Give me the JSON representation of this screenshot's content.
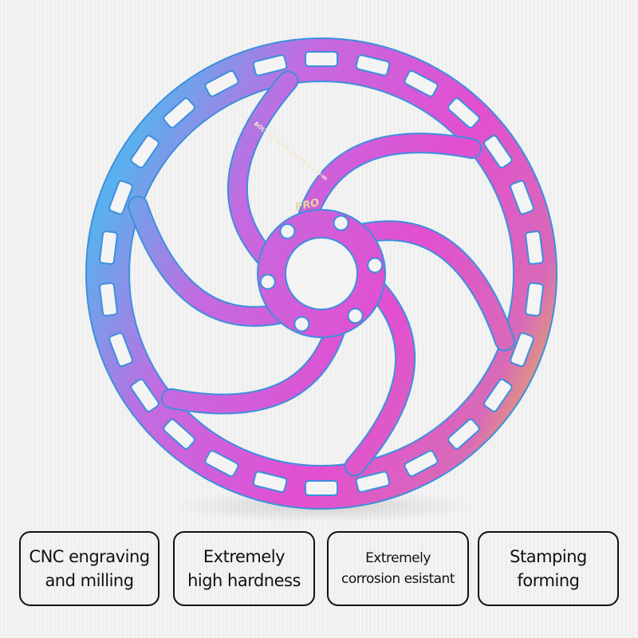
{
  "product": {
    "logo_text": "PRO",
    "engraving": "BOLT TORQUE 6bolts 6.2 N-m",
    "colors": {
      "pink": "#d94fd6",
      "blue": "#4aa6e8",
      "yellow": "#e8c640",
      "outline": "#3d8fdc"
    }
  },
  "features": [
    {
      "line1": "CNC engraving",
      "line2": "and milling"
    },
    {
      "line1": "Extremely",
      "line2": "high hardness"
    },
    {
      "line1": "Extremely",
      "line2": "corrosion esistant"
    },
    {
      "line1": "Stamping",
      "line2": "forming"
    }
  ]
}
